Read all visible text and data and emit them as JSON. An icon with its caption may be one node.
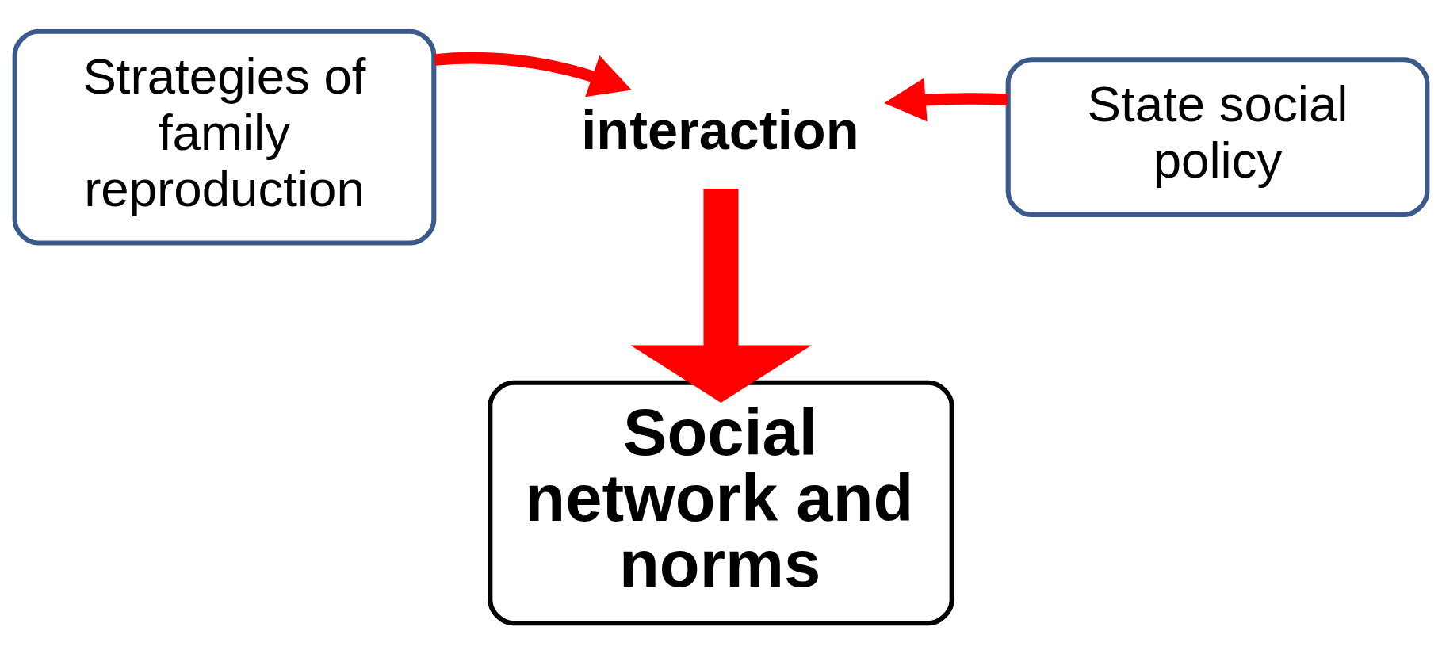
{
  "diagram": {
    "nodes": [
      {
        "text": [
          "Strategies of family reproduction"
        ]
      },
      {
        "text": [
          "interaction"
        ]
      },
      {
        "text": [
          "State social policy"
        ]
      },
      {
        "text": [
          "Social network and norms"
        ]
      }
    ],
    "edges": [
      {
        "from": 0,
        "to": 1,
        "arrow": "to"
      },
      {
        "from": 2,
        "to": 1,
        "arrow": "to"
      },
      {
        "from": 1,
        "to": 3,
        "arrow": "to",
        "style": "thick"
      }
    ]
  }
}
